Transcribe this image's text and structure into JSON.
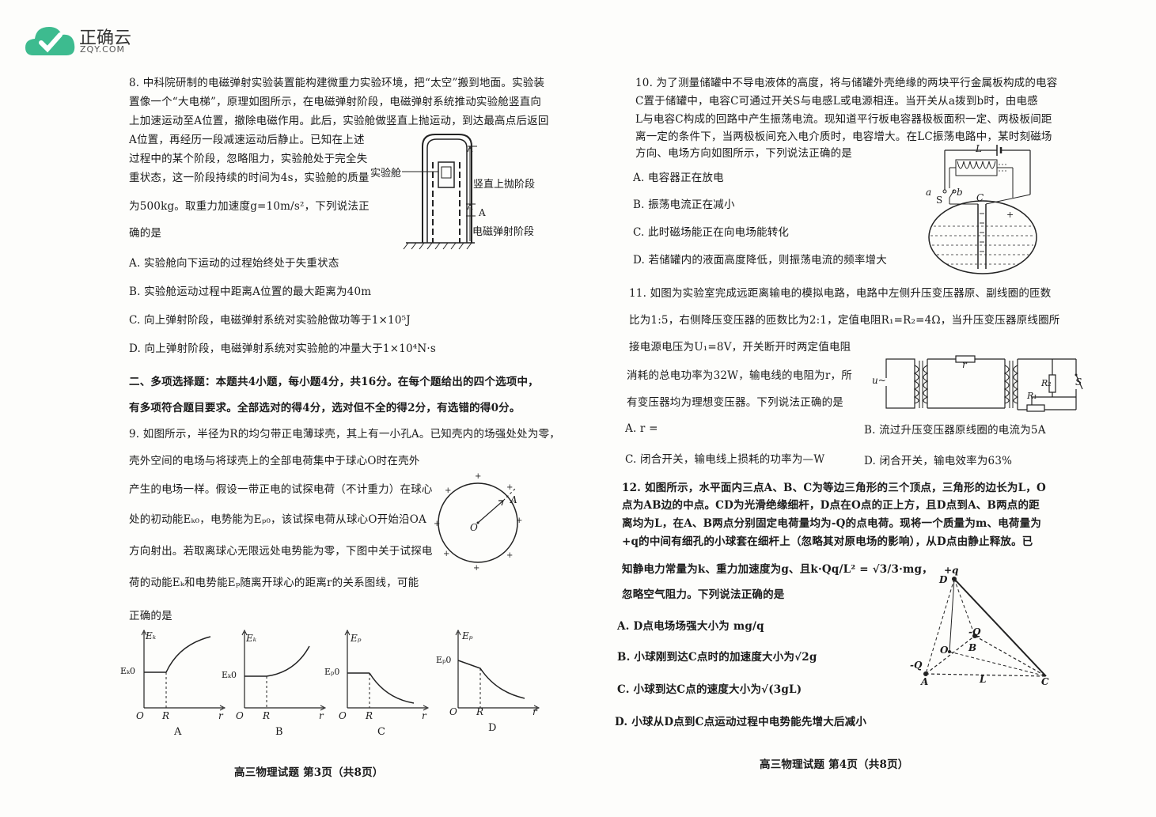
{
  "logo": {
    "name": "正确云",
    "domain": "ZQY.COM",
    "brand_color": "#3dbb8f"
  },
  "left": {
    "q8": [
      "8. 中科院研制的电磁弹射实验装置能构建微重力实验环境，把“太空”搬到地面。实验装",
      "置像一个“大电梯”，原理如图所示，在电磁弹射阶段，电磁弹射系统推动实验舱竖直向",
      "上加速运动至A位置，撤除电磁作用。此后，实验舱做竖直上抛运动，到达最高点后返回",
      "A位置，再经历一段减速运动后静止。已知在上述",
      "过程中的某个阶段，忽略阻力，实验舱处于完全失",
      "重状态，这一阶段持续的时间为4s，实验舱的质量",
      "为500kg。取重力加速度g=10m/s²，下列说法正",
      "确的是"
    ],
    "q8_fig": {
      "label_cabin": "实验舱",
      "label_up": "竖直上抛阶段",
      "label_a": "A",
      "label_em": "电磁弹射阶段"
    },
    "q8_opts": [
      "A. 实验舱向下运动的过程始终处于失重状态",
      "B. 实验舱运动过程中距离A位置的最大距离为40m",
      "C. 向上弹射阶段，电磁弹射系统对实验舱做功等于1×10⁵J",
      "D. 向上弹射阶段，电磁弹射系统对实验舱的冲量大于1×10⁴N·s"
    ],
    "section2": [
      "二、多项选择题：本题共4小题，每小题4分，共16分。在每个题给出的四个选项中，",
      "有多项符合题目要求。全部选对的得4分，选对但不全的得2分，有选错的得0分。"
    ],
    "q9": [
      "9. 如图所示，半径为R的均匀带正电薄球壳，其上有一小孔A。已知壳内的场强处处为零，",
      "壳外空间的电场与将球壳上的全部电荷集中于球心O时在壳外",
      "产生的电场一样。假设一带正电的试探电荷（不计重力）在球心",
      "处的初动能Eₖ₀，电势能为Eₚ₀，该试探电荷从球心O开始沿OA",
      "方向射出。若取离球心无限远处电势能为零，下图中关于试探电",
      "荷的动能Eₖ和电势能Eₚ随离开球心的距离r的关系图线，可能",
      "正确的是"
    ],
    "q9_fig": {
      "o": "O",
      "a": "A"
    },
    "graphs": [
      {
        "letter": "A",
        "ylab": "Eₖ",
        "y0": "Eₖ0",
        "o": "O",
        "r": "R",
        "x": "r"
      },
      {
        "letter": "B",
        "ylab": "Eₖ",
        "y0": "Eₖ0",
        "o": "O",
        "r": "R",
        "x": "r"
      },
      {
        "letter": "C",
        "ylab": "Eₚ",
        "y0": "Eₚ0",
        "o": "O",
        "r": "R",
        "x": "r"
      },
      {
        "letter": "D",
        "ylab": "Eₚ",
        "y0": "Eₚ0",
        "o": "O",
        "r": "R",
        "x": "r"
      }
    ],
    "footer": "高三物理试题 第3页（共8页）"
  },
  "right": {
    "q10": [
      "10. 为了测量储罐中不导电液体的高度，将与储罐外壳绝缘的两块平行金属板构成的电容",
      "C置于储罐中，电容C可通过开关S与电感L或电源相连。当开关从a拨到b时，由电感",
      "L与电容C构成的回路中产生振荡电流。现知道平行板电容器极板面积一定、两极板间距",
      "离一定的条件下，当两极板间充入电介质时，电容增大。在LC振荡电路中，某时刻磁场",
      "方向、电场方向如图所示，下列说法正确的是"
    ],
    "q10_opts": [
      "A. 电容器正在放电",
      "B. 振荡电流正在减小",
      "C. 此时磁场能正在向电场能转化",
      "D. 若储罐内的液面高度降低，则振荡电流的频率增大"
    ],
    "q10_fig": {
      "l": "L",
      "a": "a",
      "b": "b",
      "s": "S",
      "c": "C"
    },
    "q11": [
      "11. 如图为实验室完成远距离输电的模拟电路，电路中左侧升压变压器原、副线圈的匝数",
      "比为1:5，右侧降压变压器的匝数比为2:1，定值电阻R₁=R₂=4Ω，当升压变压器原线圈所",
      "接电源电压为U₁=8V，开关断开时两定值电阻",
      "消耗的总电功率为32W，输电线的电阻为r，所",
      "有变压器均为理想变压器。下列说法正确的是"
    ],
    "q11_opts": {
      "a": "A.  r =",
      "b": "B.  流过升压变压器原线圈的电流为5A",
      "c": "C.  闭合开关，输电线上损耗的功率为—W",
      "d": "D. 闭合开关，输电效率为63%"
    },
    "q11_fig": {
      "u": "u~",
      "r": "r",
      "r1": "R₁",
      "r2": "R₂",
      "s": "S"
    },
    "q12": [
      "12. 如图所示，水平面内三点A、B、C为等边三角形的三个顶点，三角形的边长为L，O",
      "点为AB边的中点。CD为光滑绝缘细杆，D点在O点的正上方，且D点到A、B两点的距",
      "离均为L，在A、B两点分别固定电荷量均为-Q的点电荷。现将一个质量为m、电荷量为",
      "+q的中间有细孔的小球套在细杆上（忽略其对原电场的影响），从D点由静止释放。已",
      "知静电力常量为k、重力加速度为g、且k·Qq/L² = √3/3·mg，",
      "忽略空气阻力。下列说法正确的是"
    ],
    "q12_opts": [
      "A. D点电场场强大小为 mg/q",
      "B. 小球刚到达C点时的加速度大小为√2g",
      "C. 小球到达C点的速度大小为√(3gL)",
      "D. 小球从D点到C点运动过程中电势能先增大后减小"
    ],
    "q12_fig": {
      "d": "D",
      "q": "+q",
      "nq1": "-Q",
      "nq2": "-Q",
      "o": "O",
      "b": "B",
      "a": "A",
      "l": "L",
      "c": "C"
    },
    "footer": "高三物理试题 第4页（共8页）"
  }
}
